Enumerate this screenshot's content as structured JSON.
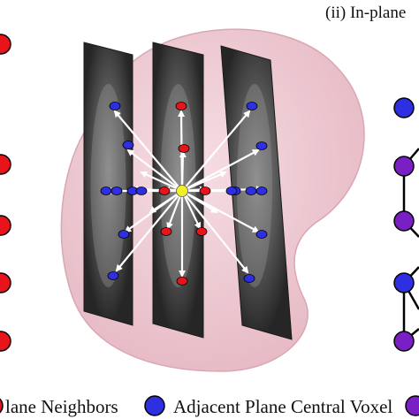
{
  "panel_title": "(ii) In-plane",
  "legend": {
    "item1_label": "lane Neighbors",
    "item2_label": "Adjacent Plane Central Voxel"
  },
  "colors": {
    "background": "#ffffff",
    "blob": "#ecc8d0",
    "blob_edge": "#d9a7b4",
    "slice": "#2c2c2c",
    "arrow": "#ffffff",
    "red_voxel": "#e8141c",
    "blue_voxel": "#2d2fe0",
    "purple_voxel": "#7a1fc4",
    "center_voxel": "#f1ef2a",
    "graph_edge": "#000000"
  },
  "icons": {
    "legend_icon_1": "red-circle-icon",
    "legend_icon_2": "blue-circle-icon",
    "legend_icon_3": "purple-circle-icon"
  }
}
